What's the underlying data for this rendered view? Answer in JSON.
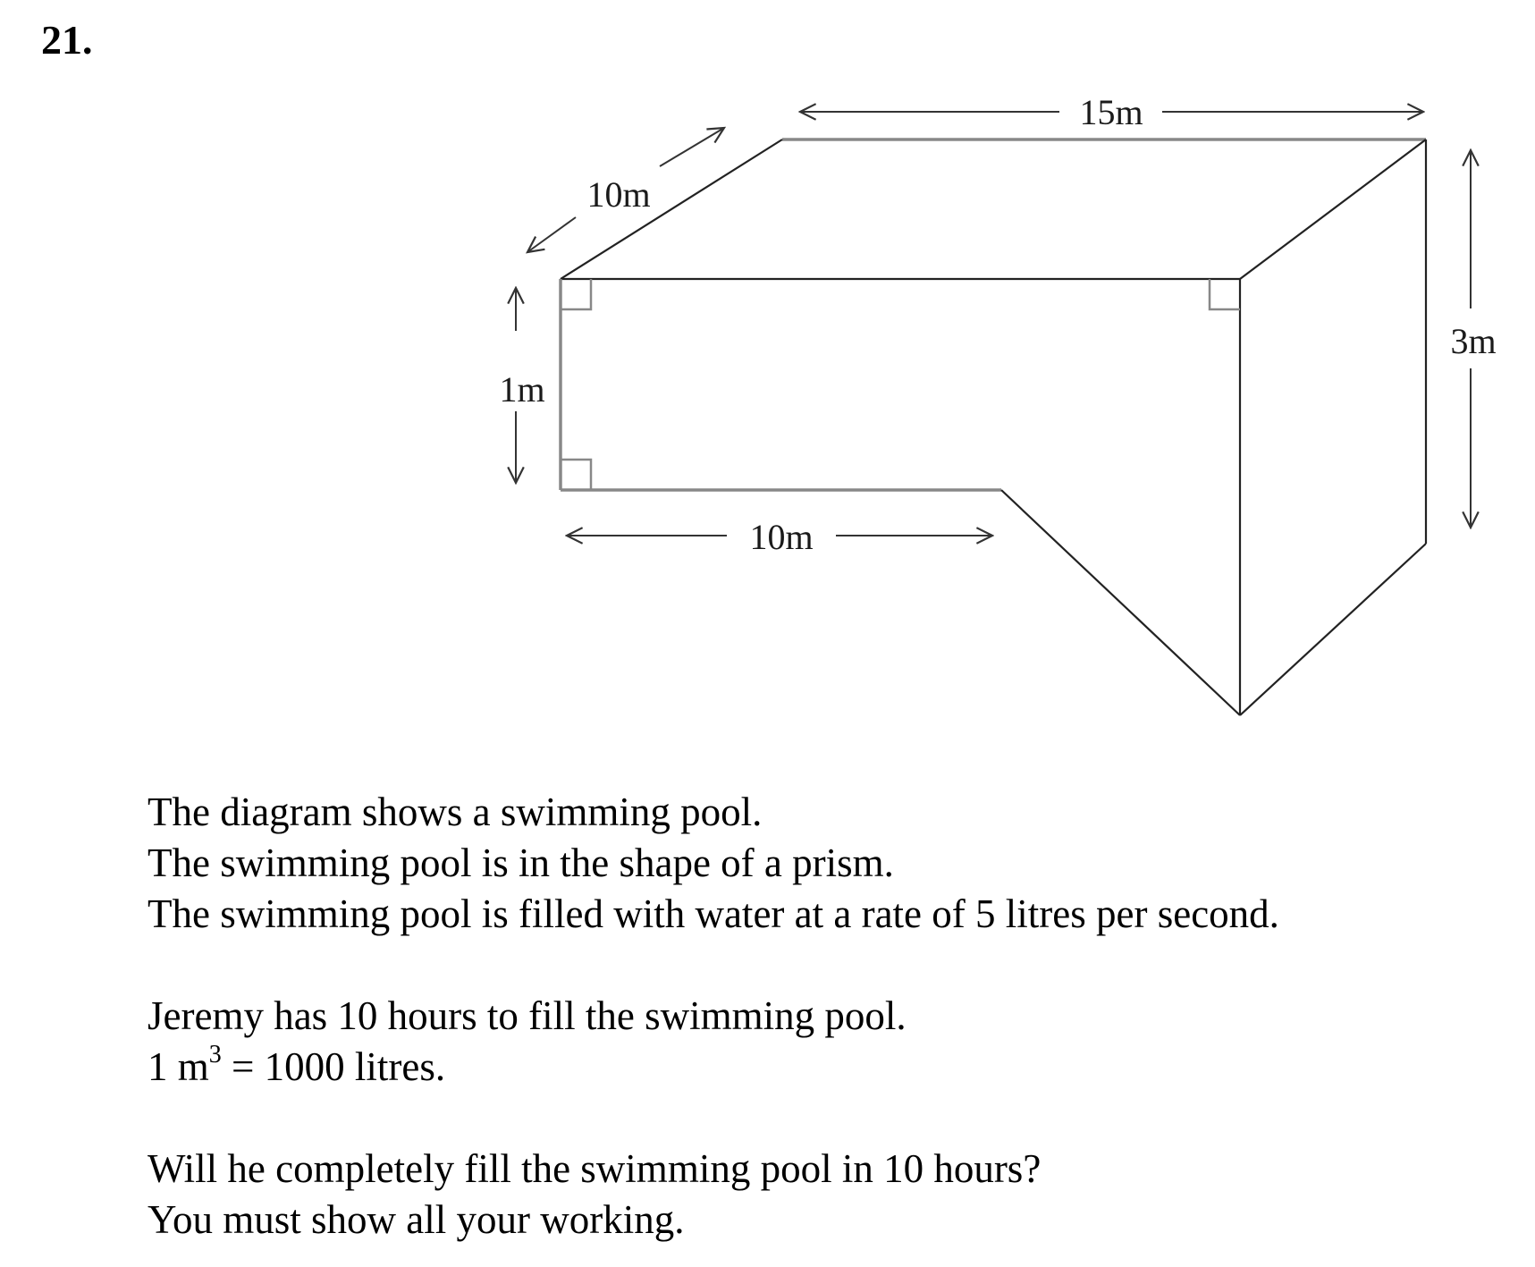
{
  "question_number": "21.",
  "diagram": {
    "labels": {
      "top_length": "15m",
      "width": "10m",
      "shallow_depth": "1m",
      "deep_depth": "3m",
      "bottom_length": "10m"
    }
  },
  "text": {
    "line1": "The diagram shows a swimming pool.",
    "line2": "The swimming pool is in the shape of a prism.",
    "line3": "The swimming pool is filled with water at a rate of 5 litres per second.",
    "line4": "Jeremy has 10 hours to fill the swimming pool.",
    "line5_prefix": "1 m",
    "line5_sup": "3",
    "line5_suffix": " = 1000 litres.",
    "line6": "Will he completely fill the swimming pool in 10 hours?",
    "line7": "You must show all your working."
  }
}
